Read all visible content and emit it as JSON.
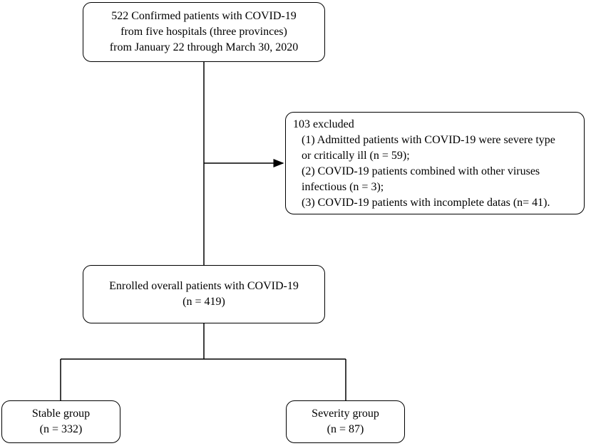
{
  "boxes": {
    "source": {
      "lines": [
        "522 Confirmed patients with COVID-19",
        "from five hospitals (three provinces)",
        "from January 22 through March 30, 2020"
      ]
    },
    "excluded": {
      "title": "103 excluded",
      "items": [
        "(1) Admitted patients with COVID-19 were severe type",
        "or critically ill (n = 59);",
        "(2) COVID-19 patients combined with other viruses",
        "infectious (n = 3);",
        "(3) COVID-19 patients with incomplete datas (n= 41)."
      ]
    },
    "enrolled": {
      "lines": [
        "Enrolled overall patients with COVID-19",
        "(n = 419)"
      ]
    },
    "stable": {
      "lines": [
        "Stable group",
        "(n = 332)"
      ]
    },
    "severity": {
      "lines": [
        "Severity group",
        "(n = 87)"
      ]
    }
  }
}
